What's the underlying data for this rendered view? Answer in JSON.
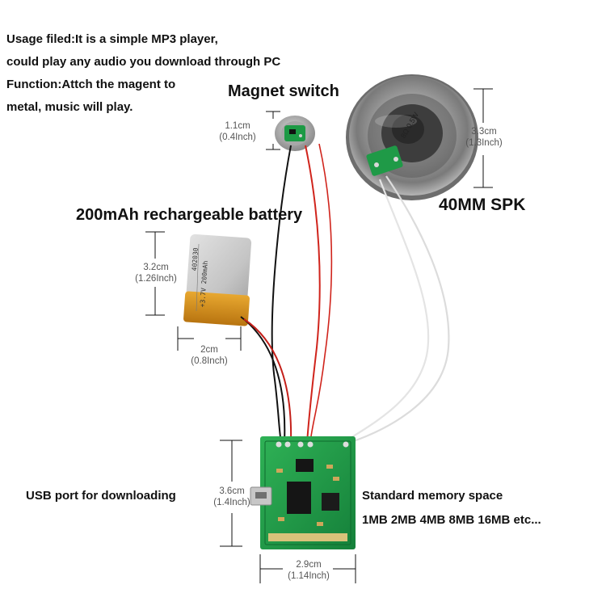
{
  "intro": {
    "line1": "Usage filed:It is a simple MP3 player,",
    "line2": "could play any audio you download through PC",
    "line3": "Function:Attch the magent to",
    "line4": "metal, music will play."
  },
  "labels": {
    "magnet_switch": "Magnet switch",
    "speaker": "40MM SPK",
    "battery": "200mAh rechargeable battery",
    "usb": "USB port for downloading",
    "memory_title": "Standard memory space",
    "memory_sizes": "1MB 2MB 4MB 8MB 16MB etc..."
  },
  "dimensions": {
    "magnet": {
      "cm": "1.1cm",
      "inch": "(0.4Inch)"
    },
    "speaker": {
      "cm": "3.3cm",
      "inch": "(1.3Inch)"
    },
    "battery_height": {
      "cm": "3.2cm",
      "inch": "(1.26Inch)"
    },
    "battery_width": {
      "cm": "2cm",
      "inch": "(0.8Inch)"
    },
    "board_height": {
      "cm": "3.6cm",
      "inch": "(1.4Inch)"
    },
    "board_width": {
      "cm": "2.9cm",
      "inch": "(1.14Inch)"
    }
  },
  "printed": {
    "speaker_text": "8Ω 0.5W",
    "battery_model": "402030",
    "battery_spec": "+3.7V 200mAh"
  }
}
